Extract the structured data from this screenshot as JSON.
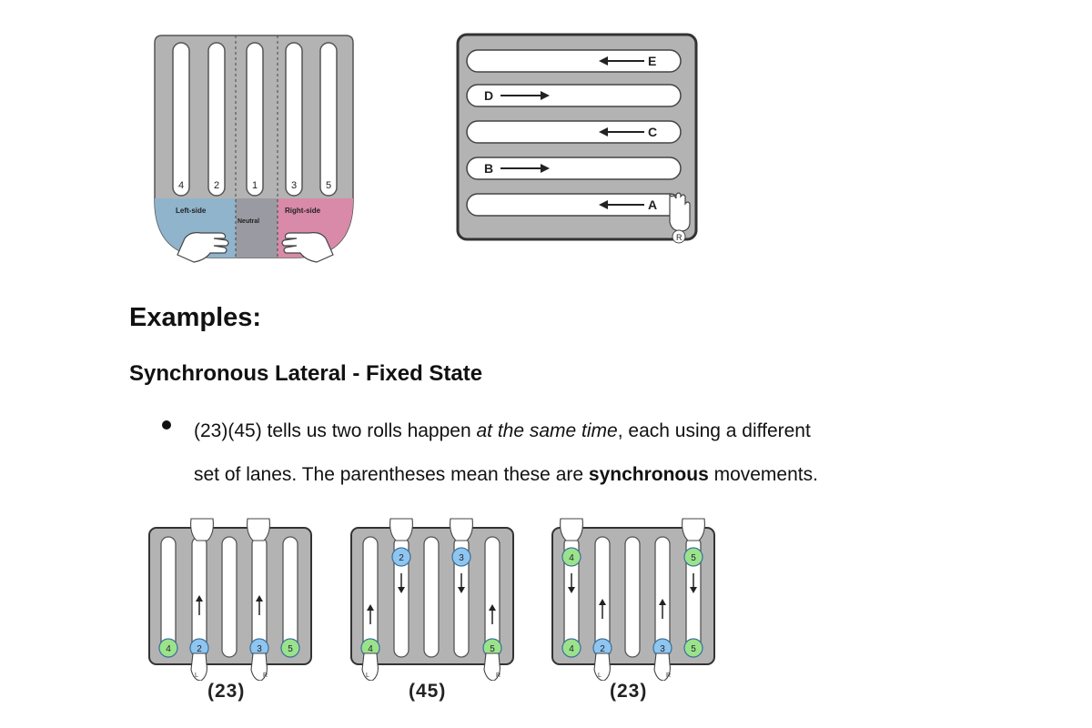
{
  "top_left": {
    "lane_numbers": [
      "4",
      "2",
      "1",
      "3",
      "5"
    ],
    "zone_left": "Left-side",
    "zone_neutral": "Neutral",
    "zone_right": "Right-side",
    "colors": {
      "left_zone": "#8fb4cc",
      "right_zone": "#d98aa8",
      "board": "#b3b3b3"
    }
  },
  "top_right": {
    "lanes": [
      {
        "letter": "E",
        "direction": "left"
      },
      {
        "letter": "D",
        "direction": "right"
      },
      {
        "letter": "C",
        "direction": "left"
      },
      {
        "letter": "B",
        "direction": "right"
      },
      {
        "letter": "A",
        "direction": "left"
      }
    ],
    "hand_label": "R"
  },
  "examples_heading": "Examples:",
  "subheading": "Synchronous Lateral - Fixed State",
  "bullet": {
    "line1_pre": "(23)(45) tells us two rolls happen ",
    "line1_em": "at the same time",
    "line1_post": ", each using a different",
    "line2_pre": "set of lanes. The parentheses mean these are ",
    "line2_strong": "synchronous",
    "line2_post": " movements."
  },
  "small_diagrams": [
    {
      "caption": "(23)",
      "balls": [
        {
          "label": "4",
          "color": "green",
          "lane": 0,
          "pos": "bottom"
        },
        {
          "label": "2",
          "color": "blue",
          "lane": 1,
          "pos": "bottom"
        },
        {
          "label": "3",
          "color": "blue",
          "lane": 3,
          "pos": "bottom"
        },
        {
          "label": "5",
          "color": "green",
          "lane": 4,
          "pos": "bottom"
        }
      ]
    },
    {
      "caption": "(45)",
      "balls": [
        {
          "label": "2",
          "color": "blue",
          "lane": 1,
          "pos": "top"
        },
        {
          "label": "3",
          "color": "blue",
          "lane": 3,
          "pos": "top"
        },
        {
          "label": "4",
          "color": "green",
          "lane": 0,
          "pos": "bottom"
        },
        {
          "label": "5",
          "color": "green",
          "lane": 4,
          "pos": "bottom"
        }
      ]
    },
    {
      "caption": "(23)",
      "balls": [
        {
          "label": "4",
          "color": "green",
          "lane": 0,
          "pos": "top"
        },
        {
          "label": "5",
          "color": "green",
          "lane": 4,
          "pos": "top"
        },
        {
          "label": "4",
          "color": "green",
          "lane": 0,
          "pos": "bottom"
        },
        {
          "label": "2",
          "color": "blue",
          "lane": 1,
          "pos": "bottom"
        },
        {
          "label": "3",
          "color": "blue",
          "lane": 3,
          "pos": "bottom"
        },
        {
          "label": "5",
          "color": "green",
          "lane": 4,
          "pos": "bottom"
        }
      ]
    }
  ],
  "hand_labels": {
    "left": "L",
    "right": "R"
  },
  "ball_colors": {
    "blue": "#8ec6f0",
    "green": "#9be38a"
  }
}
